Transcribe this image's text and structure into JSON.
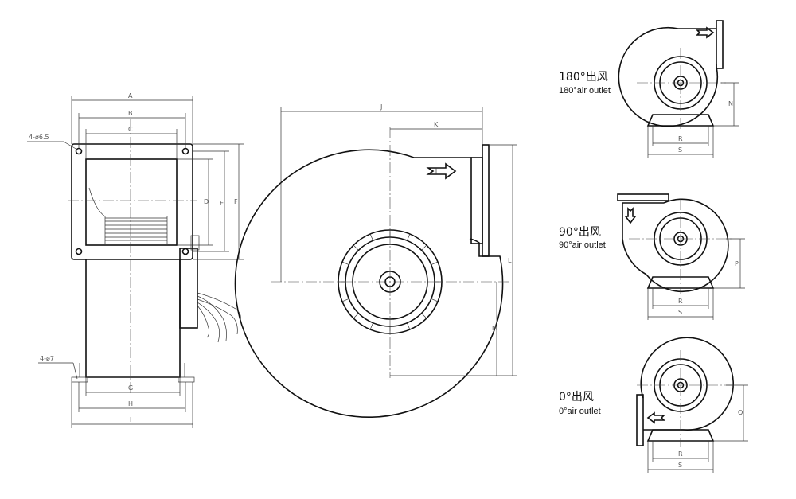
{
  "front_view": {
    "dims": {
      "A": "A",
      "B": "B",
      "C": "C",
      "D": "D",
      "E": "E",
      "F": "F",
      "G": "G",
      "H": "H",
      "I": "I"
    },
    "hole_top": "4-ø6.5",
    "hole_bottom": "4-ø7"
  },
  "side_view": {
    "dims": {
      "J": "J",
      "K": "K",
      "L": "L",
      "M": "M"
    }
  },
  "outlets": [
    {
      "cn": "180°出风",
      "en": "180°air outlet",
      "dims": [
        "N",
        "R",
        "S"
      ]
    },
    {
      "cn": "90°出风",
      "en": "90°air outlet",
      "dims": [
        "P",
        "R",
        "S"
      ]
    },
    {
      "cn": "0°出风",
      "en": "0°air outlet",
      "dims": [
        "Q",
        "R",
        "S"
      ]
    }
  ]
}
